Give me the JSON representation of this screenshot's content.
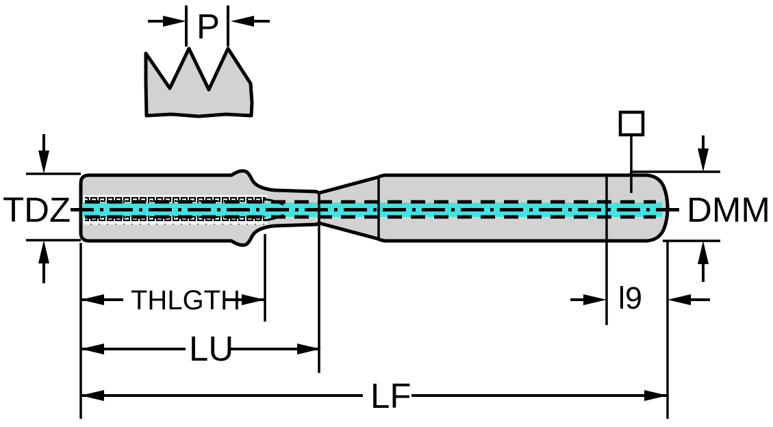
{
  "diagram": {
    "name": "tap-dimension-drawing",
    "labels": {
      "pitch": "P",
      "thread_diameter": "TDZ",
      "shank_diameter": "DMM",
      "thread_length": "THLGTH",
      "usable_length": "LU",
      "overall_length": "LF",
      "square_length": "l9"
    },
    "colors": {
      "outline": "#000000",
      "body_fill": "#d2d2d2",
      "centerline_cyan": "#42e2e2",
      "background": "#ffffff"
    },
    "icons": {
      "square_drive": "square-drive-symbol"
    }
  }
}
